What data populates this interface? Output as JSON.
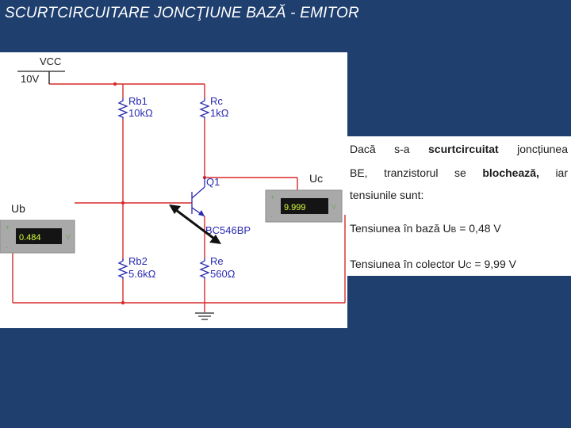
{
  "slide_title": "SCURTCIRCUITARE JONCŢIUNE BAZĂ - EMITOR",
  "circuit": {
    "vcc_name": "VCC",
    "vcc_value": "10V",
    "rb1_name": "Rb1",
    "rb1_value": "10kΩ",
    "rc_name": "Rc",
    "rc_value": "1kΩ",
    "rb2_name": "Rb2",
    "rb2_value": "5.6kΩ",
    "re_name": "Re",
    "re_value": "560Ω",
    "q1_name": "Q1",
    "q1_model": "BC546BP",
    "ub_label": "Ub",
    "uc_label": "Uc",
    "ub_reading": "0.484",
    "uc_reading": "9.999",
    "meter_unit": "V",
    "wire_color": "#d92b2b",
    "component_color": "#2a2ab0"
  },
  "explanation": {
    "l1_a": "Dacă",
    "l1_b": "s-a",
    "l1_c": "scurtcircuitat",
    "l1_d": "joncțiunea",
    "l2_a": "BE,",
    "l2_b": "tranzistorul",
    "l2_c": "se",
    "l2_d": "blochează,",
    "l2_e": "iar",
    "l3": "tensiunile sunt:",
    "l4_prefix": "Tensiunea în bază U",
    "l4_sub": "B",
    "l4_value": " = 0,48 V",
    "l5_prefix": "Tensiunea în colector U",
    "l5_sub": "C",
    "l5_value": " = 9,99 V"
  }
}
